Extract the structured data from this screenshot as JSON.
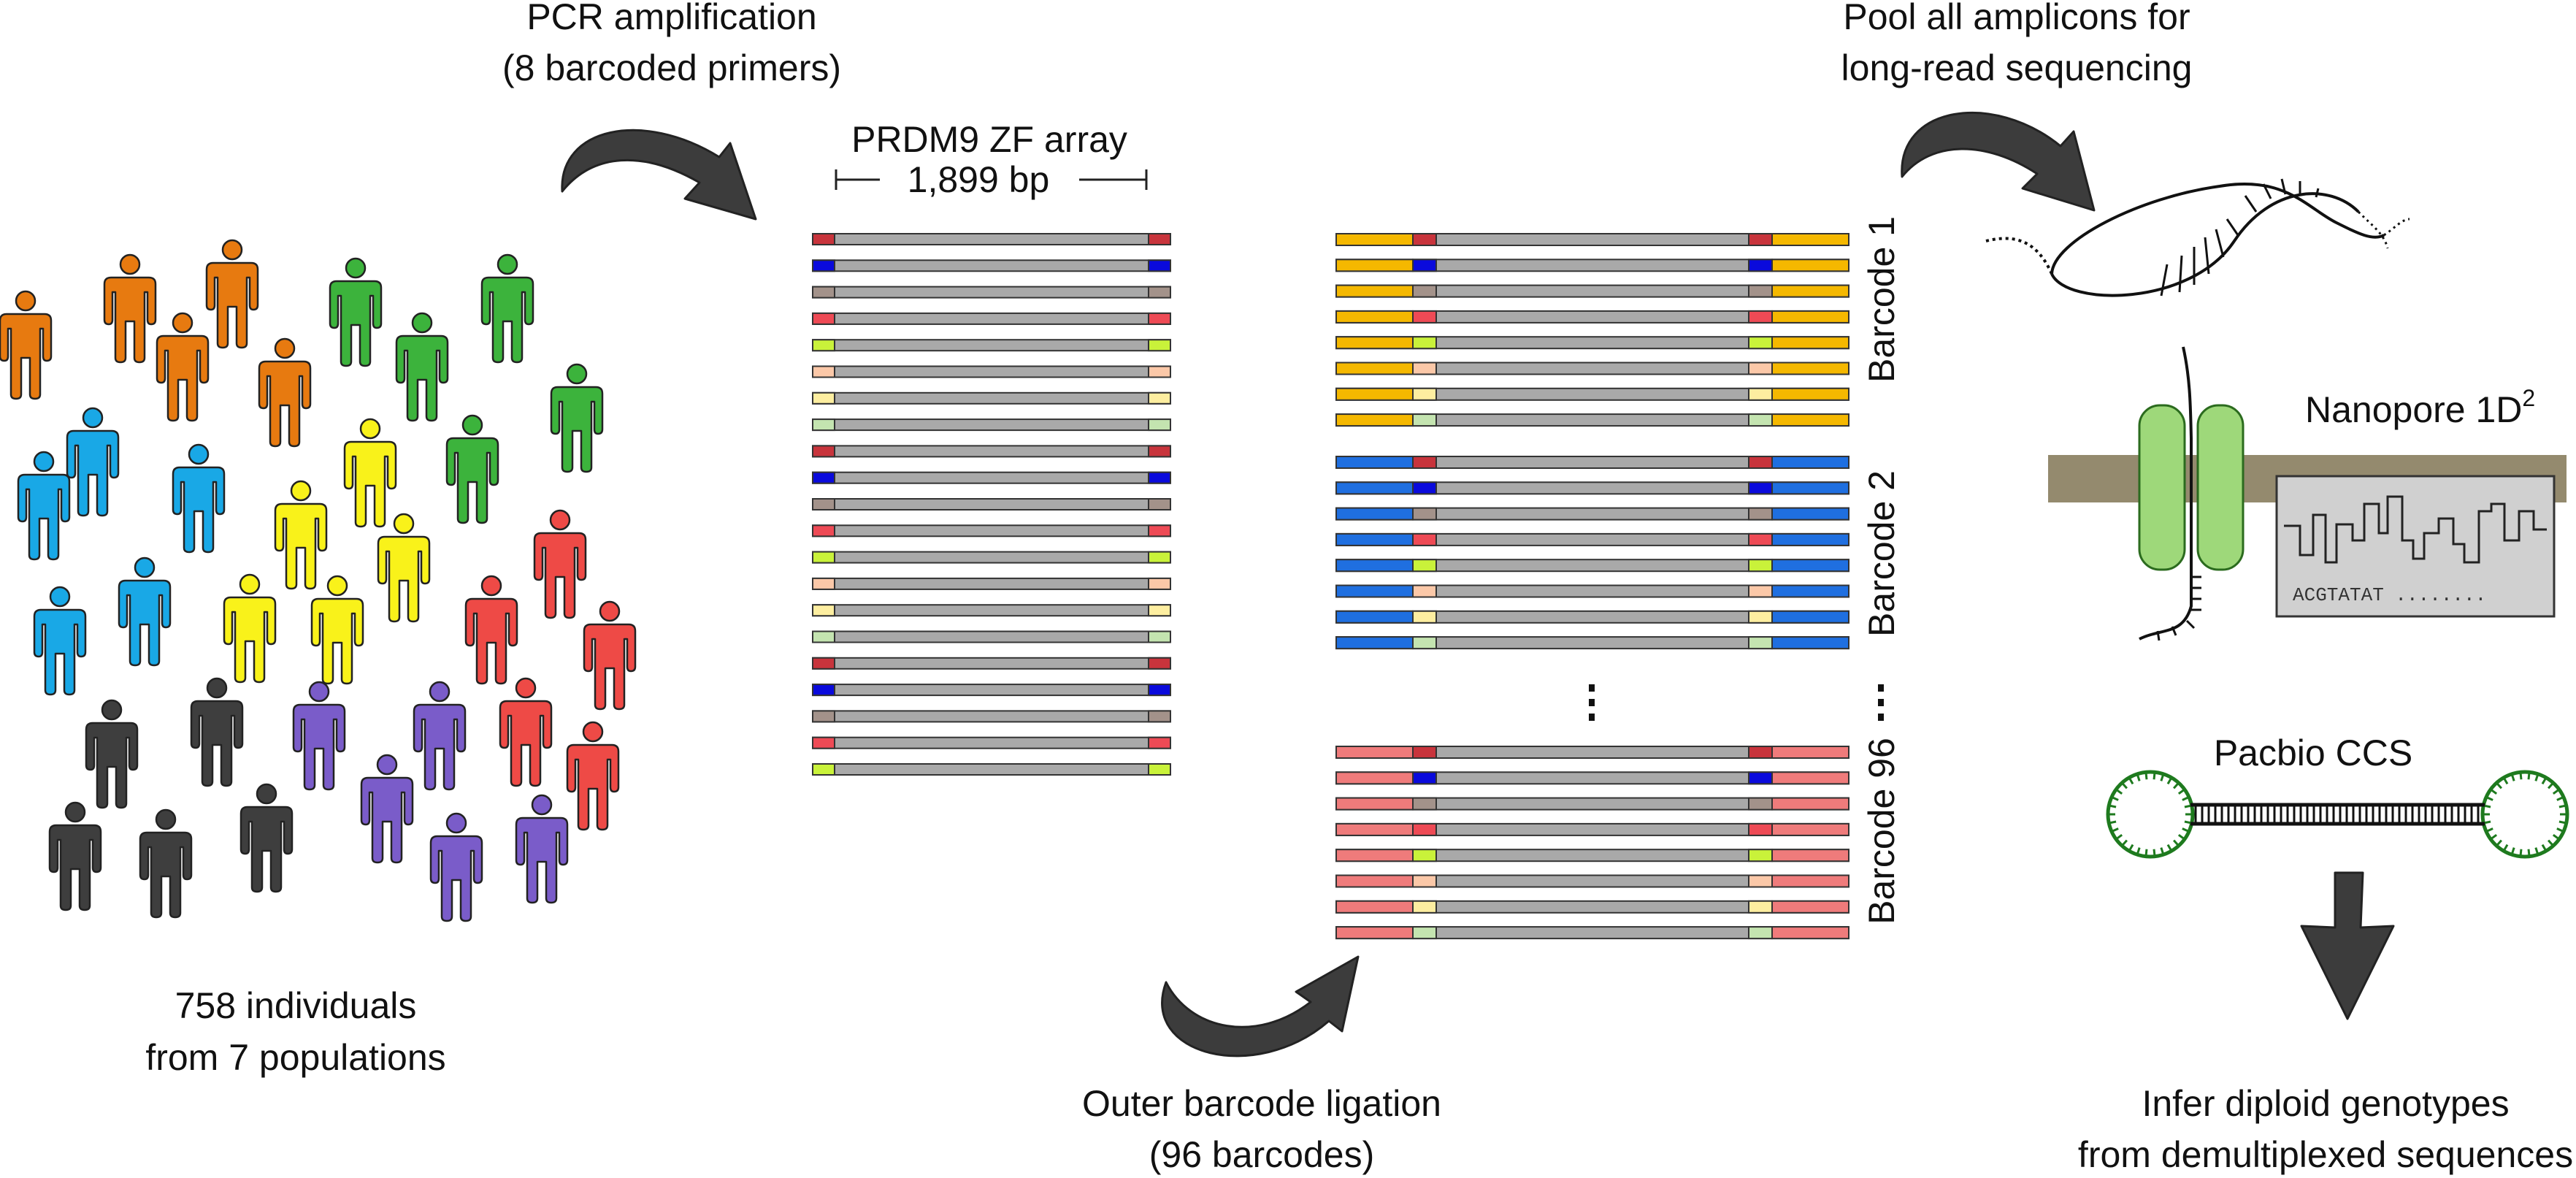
{
  "labels": {
    "pcr_line1": "PCR amplification",
    "pcr_line2": "(8 barcoded primers)",
    "array_title": "PRDM9 ZF array",
    "array_length": "1,899 bp",
    "pool_line1": "Pool all amplicons for",
    "pool_line2": "long-read sequencing",
    "individuals_line1": "758 individuals",
    "individuals_line2": "from 7 populations",
    "ligation_line1": "Outer barcode ligation",
    "ligation_line2": "(96 barcodes)",
    "nanopore": "Nanopore 1D",
    "nanopore_sup": "2",
    "nanopore_seq": "ACGTATAT ........",
    "pacbio": "Pacbio CCS",
    "infer_line1": "Infer diploid genotypes",
    "infer_line2": "from demultiplexed sequences",
    "ellipsis": "⋮"
  },
  "barcodes": [
    {
      "label": "Barcode 1",
      "color": "#f5b800",
      "text_color": "#b8960a"
    },
    {
      "label": "Barcode 2",
      "color": "#1f6fe0",
      "text_color": "#1f6fe0"
    },
    {
      "label": "Barcode 96",
      "color": "#ef7b7b",
      "text_color": "#ef5c5c"
    }
  ],
  "primer_colors": [
    "#c8343c",
    "#0a0adc",
    "#a3928a",
    "#ee4a55",
    "#c9f23a",
    "#fbc8a8",
    "#fdeea0",
    "#c4e4b0"
  ],
  "people": [
    {
      "color": "#e77a10"
    },
    {
      "color": "#19a8e6"
    },
    {
      "color": "#3cb33c"
    },
    {
      "color": "#f9f21a"
    },
    {
      "color": "#ee4a46"
    },
    {
      "color": "#3e3e3e"
    },
    {
      "color": "#7a5cc9"
    }
  ],
  "colors": {
    "grey_bar": "#a9a9a9",
    "membrane": "#948a6e",
    "pore": "#9ed87a",
    "pacbio_green": "#1e7a1e",
    "arrow": "#3c3c3c"
  }
}
